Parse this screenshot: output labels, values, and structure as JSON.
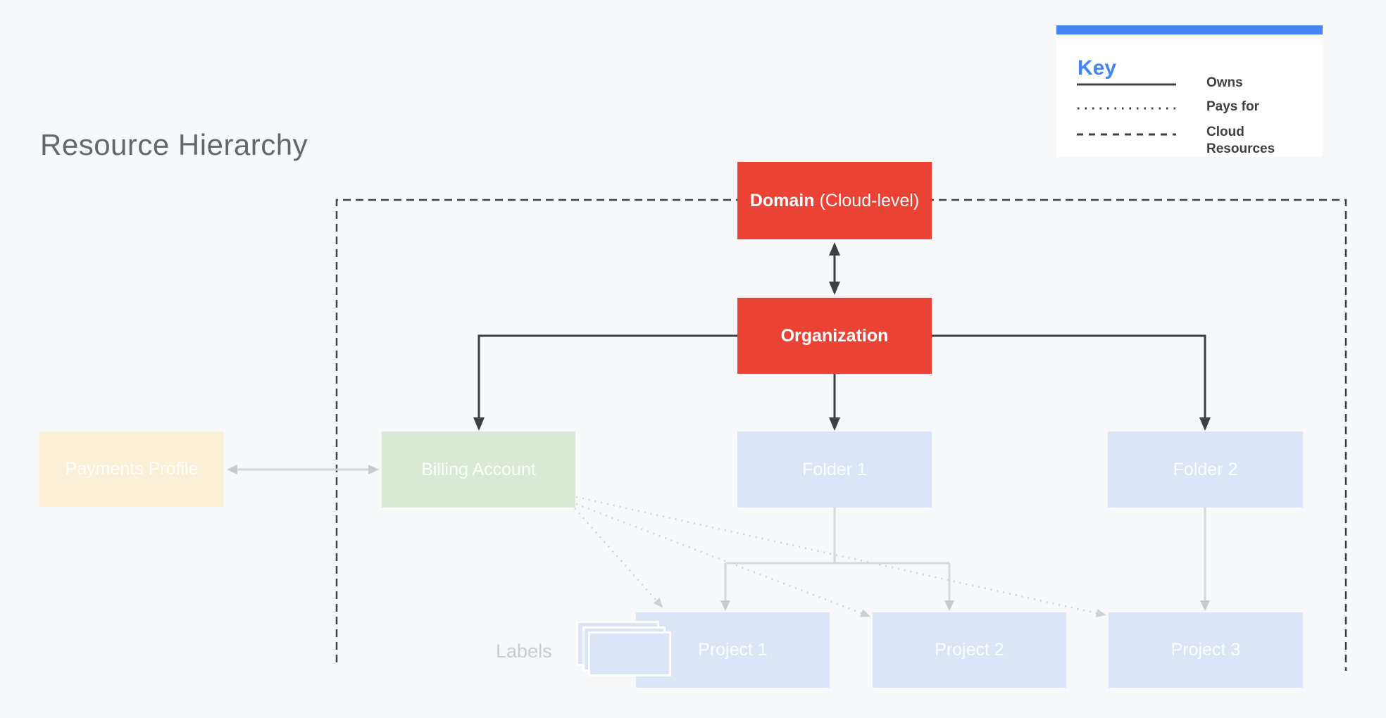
{
  "page": {
    "title": "Resource Hierarchy",
    "background_color": "#f6f8fa",
    "title_color": "#64676b"
  },
  "key": {
    "title": "Key",
    "accent_color": "#4285f4",
    "entries": [
      {
        "line_style": "solid",
        "label": "Owns"
      },
      {
        "line_style": "dotted",
        "label": "Pays for"
      },
      {
        "line_style": "dashed",
        "label": "Cloud Resources"
      }
    ]
  },
  "nodes": {
    "domain": {
      "bold": "Domain",
      "rest": "(Cloud-level)",
      "color": "#ea4335"
    },
    "organization": {
      "label": "Organization",
      "color": "#ea4335"
    },
    "payments": {
      "label": "Payments Profile",
      "color": "#faf0d5"
    },
    "billing": {
      "label": "Billing Account",
      "color": "#dae9d5"
    },
    "folder1": {
      "label": "Folder 1",
      "color": "#dbe5f7"
    },
    "folder2": {
      "label": "Folder 2",
      "color": "#dbe5f7"
    },
    "project1": {
      "label": "Project 1",
      "color": "#dbe5f7"
    },
    "project2": {
      "label": "Project 2",
      "color": "#dbe5f7"
    },
    "project3": {
      "label": "Project 3",
      "color": "#dbe5f7"
    }
  },
  "labels_caption": "Labels",
  "line_colors": {
    "owns_dark": "#3c4043",
    "gray_connector": "#d6d9dc",
    "dotted_pays_for": "#ccd1d8",
    "cloud_boundary_dashed": "#3f4246"
  }
}
